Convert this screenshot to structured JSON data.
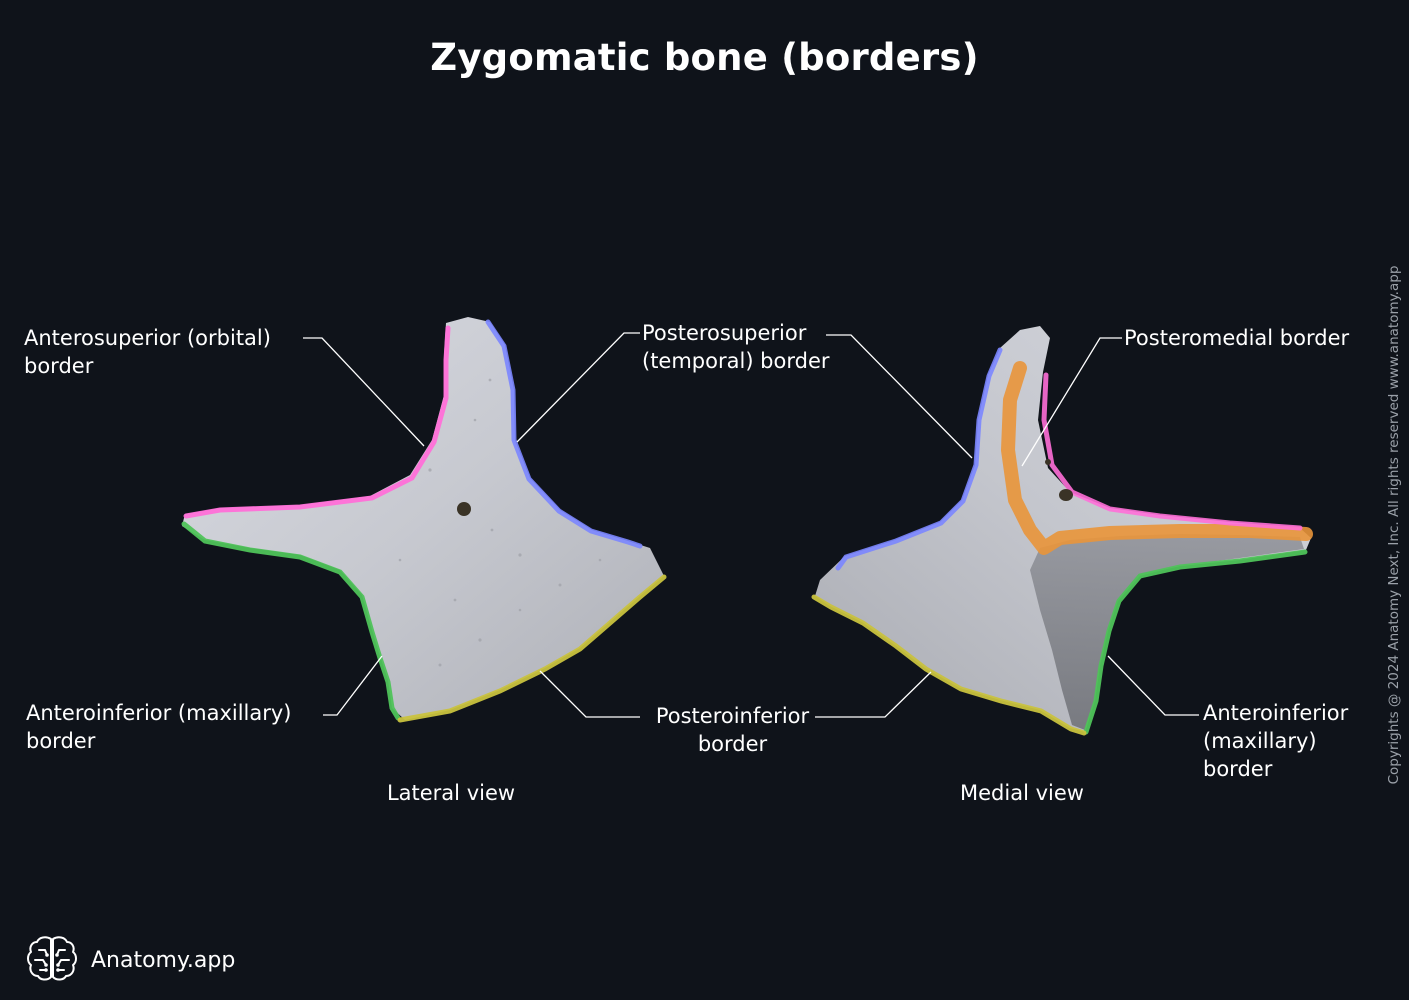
{
  "title": "Zygomatic bone (borders)",
  "labels": {
    "anterosuperior": "Anterosuperior (orbital)\nborder",
    "posterosuperior": "Posterosuperior\n(temporal) border",
    "posteromedial": "Posteromedial border",
    "anteroinferior_left": "Anteroinferior (maxillary)\nborder",
    "posteroinferior": "Posteroinferior\nborder",
    "anteroinferior_right": "Anteroinferior\n(maxillary)\nborder"
  },
  "views": {
    "lateral": "Lateral view",
    "medial": "Medial view"
  },
  "border_colors": {
    "anterosuperior": "#ff6fd8",
    "posterosuperior": "#7b86ff",
    "anteroinferior": "#4fc35a",
    "posteroinferior": "#c9c23e",
    "posteromedial": "#e9953a"
  },
  "copyright": "Copyrights @ 2024 Anatomy Next, Inc. All rights reserved www.anatomy.app",
  "brand": {
    "name": "Anatomy.app",
    "icon": "brain-icon"
  }
}
